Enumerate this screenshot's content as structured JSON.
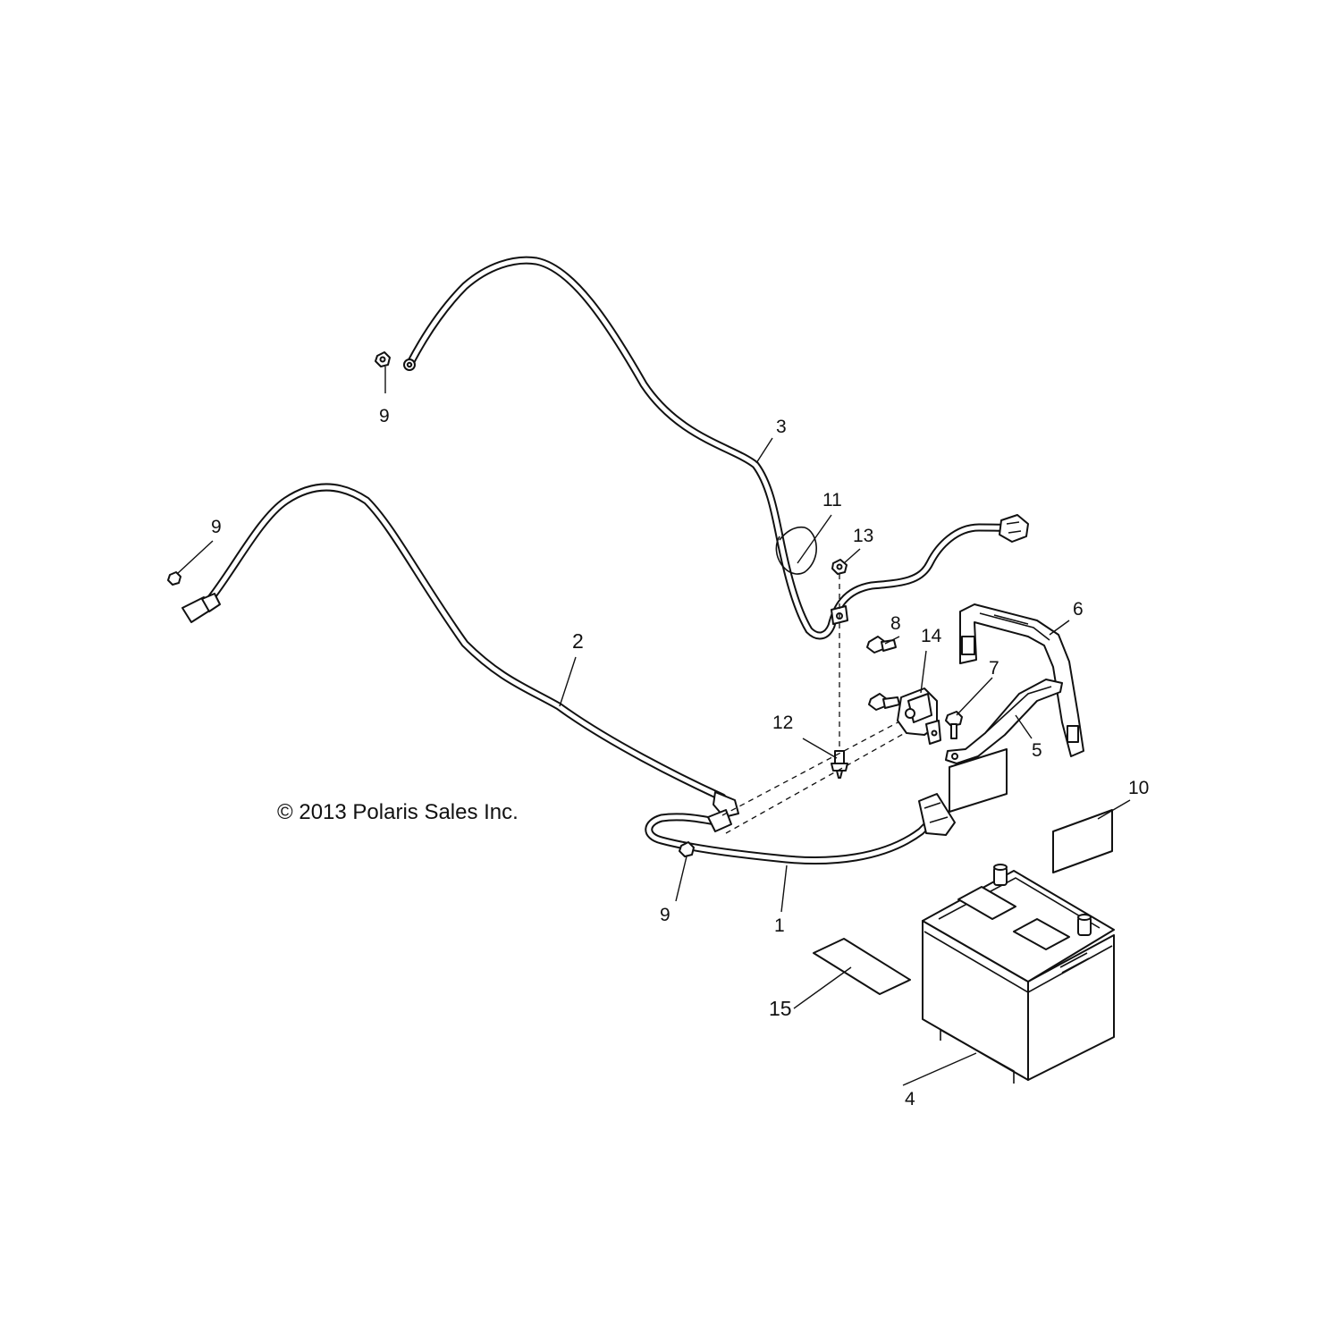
{
  "copyright": "© 2013 Polaris Sales Inc.",
  "callouts": {
    "c1": "1",
    "c2": "2",
    "c3": "3",
    "c4": "4",
    "c5": "5",
    "c6": "6",
    "c7": "7",
    "c8": "8",
    "c9_top": "9",
    "c9_left": "9",
    "c9_bottom": "9",
    "c10": "10",
    "c11": "11",
    "c12": "12",
    "c13": "13",
    "c14": "14",
    "c15": "15"
  }
}
